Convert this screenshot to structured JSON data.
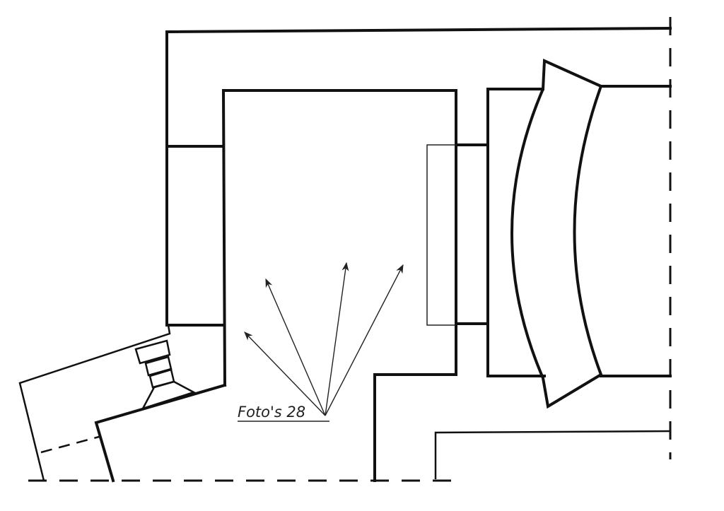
{
  "annotation": {
    "label": "Foto's 28"
  },
  "arrows": [
    {
      "name": "view-arrow-1"
    },
    {
      "name": "view-arrow-2"
    },
    {
      "name": "view-arrow-3"
    },
    {
      "name": "view-arrow-4"
    }
  ],
  "colors": {
    "ink": "#111111",
    "paper": "#ffffff"
  }
}
